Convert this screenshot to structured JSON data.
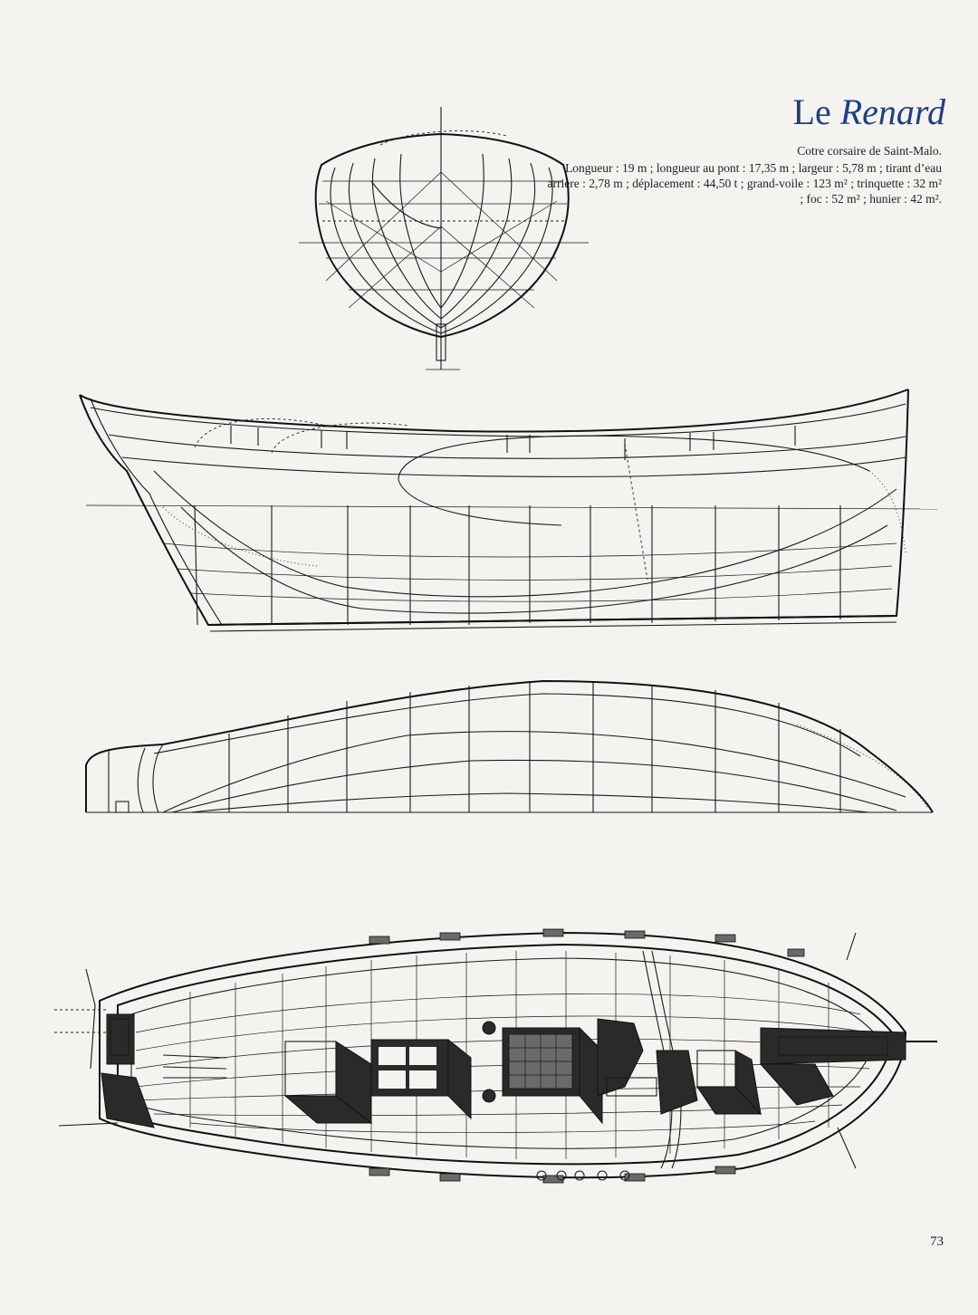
{
  "heading": {
    "article": "Le",
    "name": "Renard"
  },
  "caption": {
    "subtitle": "Cotre corsaire de Saint-Malo.",
    "specs": "Longueur : 19 m ; longueur au pont : 17,35 m ; largeur : 5,78 m ; tirant d’eau arrière : 2,78 m ; déplacement : 44,50 t ; grand-voile : 123 m² ; trinquette : 32 m² ; foc : 52 m² ; hunier : 42 m²."
  },
  "page_number": "73",
  "colors": {
    "title": "#1f3f86",
    "ink": "#1a1a1a",
    "paper": "#f4f3ef"
  }
}
